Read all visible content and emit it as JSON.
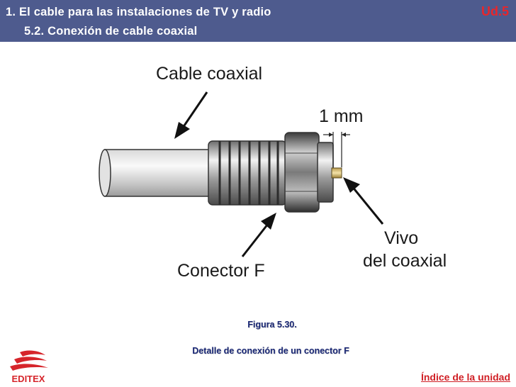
{
  "header": {
    "title": "1.  El cable para las instalaciones de TV y radio",
    "subtitle": "5.2. Conexión de cable coaxial",
    "unit": "Ud.5"
  },
  "figure": {
    "label_cable": "Cable coaxial",
    "label_mm": "1 mm",
    "label_conector": "Conector F",
    "label_vivo_1": "Vivo",
    "label_vivo_2": "del coaxial"
  },
  "caption": {
    "figure_number": "Figura 5.30.",
    "description": "Detalle de conexión de un conector F"
  },
  "footer": {
    "index_link": "Índice de la unidad",
    "logo_text": "EDITEX"
  },
  "colors": {
    "header_bg": "#4e5b8e",
    "accent_red": "#e8262b",
    "caption_blue": "#1c2a78"
  }
}
